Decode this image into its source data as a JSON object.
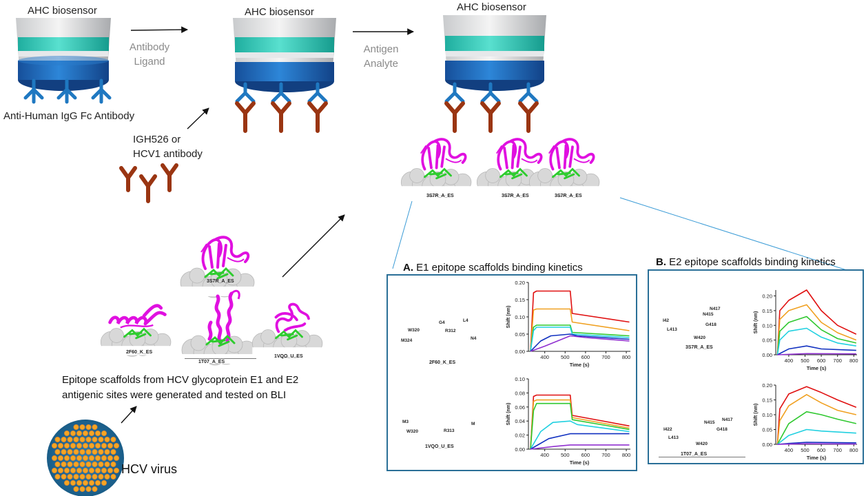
{
  "labels": {
    "biosensor_1": "AHC biosensor",
    "biosensor_2": "AHC biosensor",
    "biosensor_3": "AHC biosensor",
    "step1": [
      "Antibody",
      "Ligand"
    ],
    "step2": [
      "Antigen",
      "Analyte"
    ],
    "anti_human": "Anti-Human IgG Fc Antibody",
    "antibody_source": [
      "IGH526 or",
      "HCV1 antibody"
    ],
    "scaffold_text": [
      "Epitope scaffolds from HCV glycoprotein E1 and E2",
      "antigenic sites were generated and tested on BLI"
    ],
    "virus": "HCV virus"
  },
  "scaffolds": {
    "s1": "3S7R_A_ES",
    "s2": "2F60_K_ES",
    "s3": "1T07_A_ES",
    "s4": "1VQO_U_ES",
    "top": [
      "3S7R_A_ES",
      "3S7R_A_ES",
      "3S7R_A_ES"
    ]
  },
  "panel_a": {
    "letter": "A.",
    "title": "E1 epitope scaffolds binding kinetics",
    "mol1": "2F60_K_ES",
    "mol2": "1VQO_U_ES",
    "residues1": [
      "M324",
      "W320",
      "R312",
      "N4",
      "G4",
      "L4"
    ],
    "residues2": [
      "M3",
      "W320",
      "R313",
      "M"
    ]
  },
  "panel_b": {
    "letter": "B.",
    "title": "E2 epitope scaffolds binding kinetics",
    "mol1": "3S7R_A_ES",
    "mol2": "1T07_A_ES",
    "residues1": [
      "N417",
      "I42",
      "L413",
      "W420",
      "G418",
      "N415"
    ],
    "residues2": [
      "N417",
      "I422",
      "L413",
      "W420",
      "G418",
      "N415"
    ]
  },
  "colors": {
    "antibody_blue": "#1f78c1",
    "antibody_brown": "#9a3512",
    "scaffold_magenta": "#e010e0",
    "epitope_green": "#2ecc2e",
    "panel_border": "#2a6f97",
    "biosensor_teal": "#2ec4b6",
    "biosensor_blue": "#1f6fbf"
  },
  "chart_data": [
    {
      "type": "line",
      "panel": "A-top",
      "xlabel": "Time (s)",
      "ylabel": "Shift (nm)",
      "xlim": [
        320,
        820
      ],
      "ylim": [
        0,
        0.2
      ],
      "xticks": [
        400,
        500,
        600,
        700,
        800
      ],
      "yticks": [
        "0.00",
        "0.05",
        "0.10",
        "0.15",
        "0.20"
      ],
      "series": [
        {
          "color": "#e01010",
          "points": [
            [
              330,
              0
            ],
            [
              345,
              0.17
            ],
            [
              360,
              0.175
            ],
            [
              525,
              0.175
            ],
            [
              535,
              0.11
            ],
            [
              815,
              0.085
            ]
          ]
        },
        {
          "color": "#f0a020",
          "points": [
            [
              330,
              0
            ],
            [
              345,
              0.12
            ],
            [
              360,
              0.123
            ],
            [
              525,
              0.123
            ],
            [
              535,
              0.085
            ],
            [
              815,
              0.06
            ]
          ]
        },
        {
          "color": "#2fc82f",
          "points": [
            [
              330,
              0
            ],
            [
              345,
              0.07
            ],
            [
              360,
              0.076
            ],
            [
              525,
              0.076
            ],
            [
              535,
              0.055
            ],
            [
              815,
              0.045
            ]
          ]
        },
        {
          "color": "#20d0e0",
          "points": [
            [
              330,
              0
            ],
            [
              345,
              0.06
            ],
            [
              360,
              0.07
            ],
            [
              525,
              0.07
            ],
            [
              535,
              0.05
            ],
            [
              815,
              0.04
            ]
          ]
        },
        {
          "color": "#1030c0",
          "points": [
            [
              330,
              0
            ],
            [
              380,
              0.03
            ],
            [
              430,
              0.045
            ],
            [
              525,
              0.05
            ],
            [
              560,
              0.045
            ],
            [
              815,
              0.035
            ]
          ]
        },
        {
          "color": "#9030d0",
          "points": [
            [
              330,
              0
            ],
            [
              400,
              0.015
            ],
            [
              525,
              0.045
            ],
            [
              600,
              0.04
            ],
            [
              815,
              0.03
            ]
          ]
        }
      ]
    },
    {
      "type": "line",
      "panel": "A-bottom",
      "xlabel": "Time (s)",
      "ylabel": "Shift (nm)",
      "xlim": [
        320,
        820
      ],
      "ylim": [
        0,
        0.1
      ],
      "xticks": [
        400,
        500,
        600,
        700,
        800
      ],
      "yticks": [
        "0.00",
        "0.02",
        "0.04",
        "0.06",
        "0.08",
        "0.10"
      ],
      "series": [
        {
          "color": "#e01010",
          "points": [
            [
              330,
              0
            ],
            [
              345,
              0.075
            ],
            [
              360,
              0.077
            ],
            [
              525,
              0.077
            ],
            [
              535,
              0.048
            ],
            [
              815,
              0.033
            ]
          ]
        },
        {
          "color": "#f0a020",
          "points": [
            [
              330,
              0
            ],
            [
              345,
              0.068
            ],
            [
              360,
              0.07
            ],
            [
              525,
              0.07
            ],
            [
              535,
              0.045
            ],
            [
              815,
              0.03
            ]
          ]
        },
        {
          "color": "#2fc82f",
          "points": [
            [
              330,
              0
            ],
            [
              345,
              0.055
            ],
            [
              360,
              0.065
            ],
            [
              525,
              0.065
            ],
            [
              535,
              0.042
            ],
            [
              815,
              0.028
            ]
          ]
        },
        {
          "color": "#20d0e0",
          "points": [
            [
              330,
              0
            ],
            [
              380,
              0.025
            ],
            [
              440,
              0.038
            ],
            [
              525,
              0.04
            ],
            [
              560,
              0.035
            ],
            [
              815,
              0.025
            ]
          ]
        },
        {
          "color": "#1030c0",
          "points": [
            [
              330,
              0
            ],
            [
              420,
              0.015
            ],
            [
              525,
              0.022
            ],
            [
              815,
              0.022
            ]
          ]
        },
        {
          "color": "#9030d0",
          "points": [
            [
              330,
              0
            ],
            [
              450,
              0.004
            ],
            [
              525,
              0.006
            ],
            [
              815,
              0.006
            ]
          ]
        }
      ]
    },
    {
      "type": "line",
      "panel": "B-top",
      "xlabel": "Time (s)",
      "ylabel": "Shift (nm)",
      "xlim": [
        320,
        820
      ],
      "ylim": [
        0,
        0.22
      ],
      "xticks": [
        400,
        500,
        600,
        700,
        800
      ],
      "yticks": [
        "0.00",
        "0.05",
        "0.10",
        "0.15",
        "0.20"
      ],
      "series": [
        {
          "color": "#e01010",
          "points": [
            [
              330,
              0
            ],
            [
              345,
              0.15
            ],
            [
              400,
              0.185
            ],
            [
              510,
              0.22
            ],
            [
              600,
              0.15
            ],
            [
              700,
              0.1
            ],
            [
              815,
              0.07
            ]
          ]
        },
        {
          "color": "#f0a020",
          "points": [
            [
              330,
              0
            ],
            [
              345,
              0.12
            ],
            [
              400,
              0.15
            ],
            [
              510,
              0.17
            ],
            [
              600,
              0.11
            ],
            [
              700,
              0.075
            ],
            [
              815,
              0.05
            ]
          ]
        },
        {
          "color": "#2fc82f",
          "points": [
            [
              330,
              0
            ],
            [
              345,
              0.08
            ],
            [
              400,
              0.11
            ],
            [
              510,
              0.13
            ],
            [
              600,
              0.085
            ],
            [
              700,
              0.055
            ],
            [
              815,
              0.04
            ]
          ]
        },
        {
          "color": "#20d0e0",
          "points": [
            [
              330,
              0
            ],
            [
              345,
              0.05
            ],
            [
              400,
              0.08
            ],
            [
              510,
              0.09
            ],
            [
              600,
              0.06
            ],
            [
              700,
              0.04
            ],
            [
              815,
              0.03
            ]
          ]
        },
        {
          "color": "#1030c0",
          "points": [
            [
              330,
              0
            ],
            [
              400,
              0.02
            ],
            [
              510,
              0.03
            ],
            [
              600,
              0.02
            ],
            [
              815,
              0.015
            ]
          ]
        },
        {
          "color": "#9030d0",
          "points": [
            [
              330,
              0
            ],
            [
              510,
              0.004
            ],
            [
              815,
              0.003
            ]
          ]
        }
      ]
    },
    {
      "type": "line",
      "panel": "B-bottom",
      "xlabel": "Time (s)",
      "ylabel": "Shift (nm)",
      "xlim": [
        320,
        820
      ],
      "ylim": [
        0,
        0.2
      ],
      "xticks": [
        400,
        500,
        600,
        700,
        800
      ],
      "yticks": [
        "0.00",
        "0.05",
        "0.10",
        "0.15",
        "0.20"
      ],
      "series": [
        {
          "color": "#e01010",
          "points": [
            [
              330,
              0
            ],
            [
              345,
              0.12
            ],
            [
              400,
              0.17
            ],
            [
              510,
              0.195
            ],
            [
              600,
              0.175
            ],
            [
              700,
              0.15
            ],
            [
              815,
              0.125
            ]
          ]
        },
        {
          "color": "#f0a020",
          "points": [
            [
              330,
              0
            ],
            [
              345,
              0.08
            ],
            [
              400,
              0.13
            ],
            [
              510,
              0.168
            ],
            [
              600,
              0.14
            ],
            [
              700,
              0.115
            ],
            [
              815,
              0.1
            ]
          ]
        },
        {
          "color": "#2fc82f",
          "points": [
            [
              330,
              0
            ],
            [
              400,
              0.07
            ],
            [
              510,
              0.11
            ],
            [
              600,
              0.1
            ],
            [
              700,
              0.085
            ],
            [
              815,
              0.07
            ]
          ]
        },
        {
          "color": "#20d0e0",
          "points": [
            [
              330,
              0
            ],
            [
              400,
              0.03
            ],
            [
              510,
              0.05
            ],
            [
              600,
              0.045
            ],
            [
              815,
              0.038
            ]
          ]
        },
        {
          "color": "#1030c0",
          "points": [
            [
              330,
              0
            ],
            [
              400,
              0.003
            ],
            [
              510,
              0.007
            ],
            [
              815,
              0.005
            ]
          ]
        },
        {
          "color": "#9030d0",
          "points": [
            [
              330,
              0
            ],
            [
              510,
              0.002
            ],
            [
              815,
              0.001
            ]
          ]
        }
      ]
    }
  ]
}
